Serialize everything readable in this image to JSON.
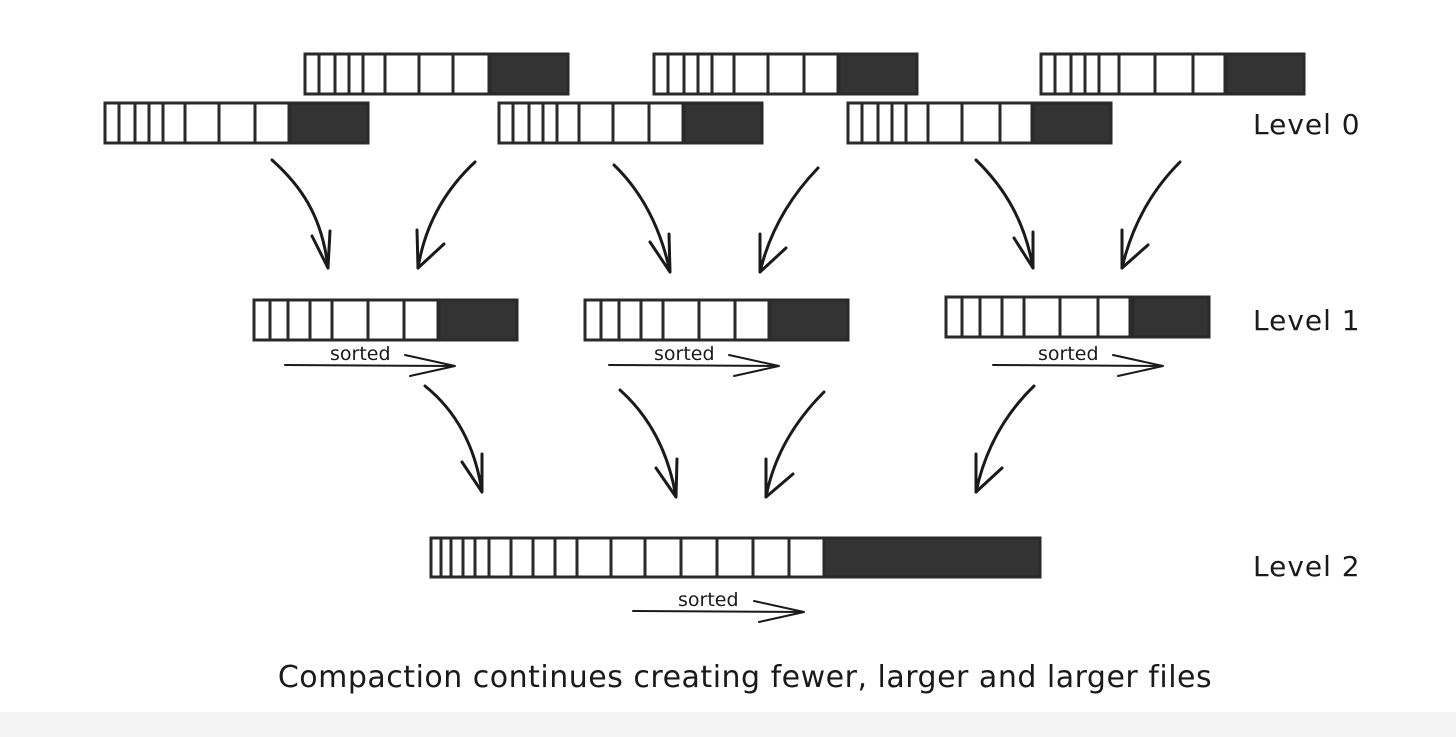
{
  "levels": [
    {
      "label": "Level 0",
      "file_count": 6
    },
    {
      "label": "Level 1",
      "file_count": 3
    },
    {
      "label": "Level 2",
      "file_count": 1
    }
  ],
  "sorted_label": "sorted",
  "caption": "Compaction continues creating fewer, larger and larger files",
  "colors": {
    "stroke": "#2a2a2a",
    "fill_dark": "#333333",
    "background": "#ffffff"
  }
}
